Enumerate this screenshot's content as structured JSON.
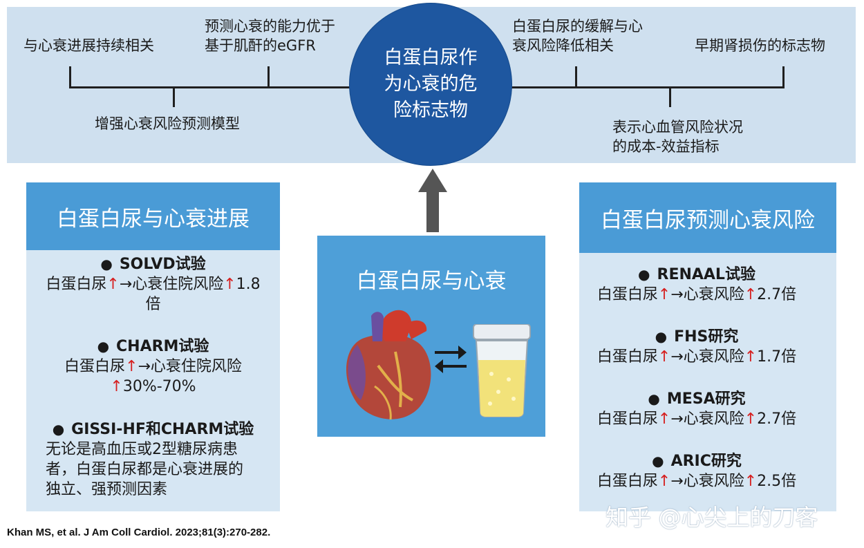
{
  "top": {
    "center_title": "白蛋白尿作为心衰的危险标志物",
    "labels": {
      "progression": "与心衰进展持续相关",
      "predict": [
        "预测心衰的能力优于",
        "基于肌酐的eGFR"
      ],
      "enhance": "增强心衰风险预测模型",
      "remission": [
        "白蛋白尿的缓解与心",
        "衰风险降低相关"
      ],
      "early": "早期肾损伤的标志物",
      "cost": [
        "表示心血管风险状况",
        "的成本-效益指标"
      ]
    }
  },
  "left_panel": {
    "header": "白蛋白尿与心衰进展",
    "items": [
      {
        "title": "SOLVD试验",
        "lines": [
          "白蛋白尿↑→心衰住院风险↑1.8",
          "倍"
        ]
      },
      {
        "title": "CHARM试验",
        "lines": [
          "白蛋白尿↑→心衰住院风险",
          "↑30%-70%"
        ]
      },
      {
        "title": "GISSI-HF和CHARM试验",
        "lines": [
          "无论是高血压或2型糖尿病患",
          "者，白蛋白尿都是心衰进展的",
          "独立、强预测因素"
        ]
      }
    ]
  },
  "center_panel": {
    "title": "白蛋白尿与心衰"
  },
  "right_panel": {
    "header": "白蛋白尿预测心衰风险",
    "items": [
      {
        "title": "RENAAL试验",
        "line": "白蛋白尿↑→心衰风险↑2.7倍"
      },
      {
        "title": "FHS研究",
        "line": "白蛋白尿↑→心衰风险↑1.7倍"
      },
      {
        "title": "MESA研究",
        "line": "白蛋白尿↑→心衰风险↑2.7倍"
      },
      {
        "title": "ARIC研究",
        "line": "白蛋白尿↑→心衰风险↑2.5倍"
      }
    ]
  },
  "citation": "Khan MS, et al. J Am Coll Cardiol. 2023;81(3):270-282.",
  "watermark": "知乎 @心尖上的刀客",
  "colors": {
    "band": "#cfe0ef",
    "circle": "#1e57a0",
    "panel_header": "#4a9bd6",
    "panel_body": "#d6e6f3",
    "up_arrow": "#d62020",
    "center_panel": "#4e9fd8"
  },
  "icons": [
    "heart-illustration",
    "urine-cup-illustration",
    "exchange-arrows-icon",
    "up-arrow-icon"
  ]
}
